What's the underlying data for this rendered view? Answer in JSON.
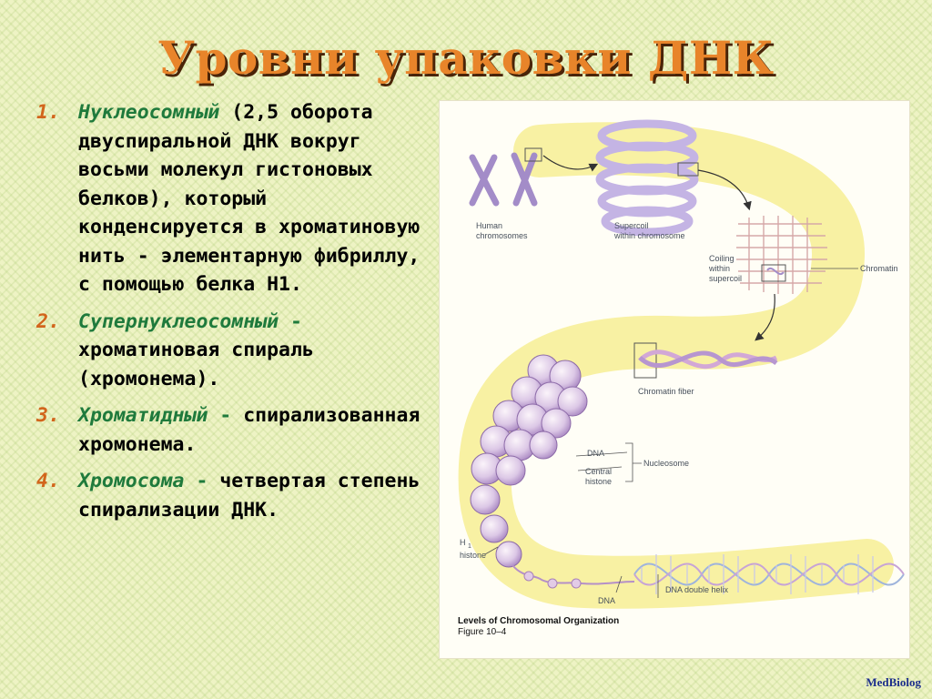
{
  "title": "Уровни упаковки ДНК",
  "levels": [
    {
      "num": "1.",
      "term": "Нуклеосомный",
      "text": " (2,5 оборота двуспиральной ДНК вокруг восьми молекул гистоновых белков), который конденсируется в хроматиновую нить - элементарную фибриллу, с помощью белка Н1."
    },
    {
      "num": "2.",
      "term": "Супернуклеосомный",
      "dash": " -",
      "text": " хроматиновая спираль (хромонема)."
    },
    {
      "num": "3.",
      "term": "Хроматидный",
      "dash": " -",
      "text": " спирализованная хромонема."
    },
    {
      "num": "4.",
      "term": "Хромосома",
      "dash": " -",
      "text": " четвертая степень спирализации ДНК."
    }
  ],
  "figure": {
    "labels": {
      "human_chromosomes": [
        "Human",
        "chromosomes"
      ],
      "supercoil": [
        "Supercoil",
        "within chromosome"
      ],
      "coiling": [
        "Coiling",
        "within",
        "supercoil"
      ],
      "chromatin": "Chromatin",
      "chromatin_fiber": "Chromatin fiber",
      "dna": "DNA",
      "central_histone": [
        "Central",
        "histone"
      ],
      "nucleosome": "Nucleosome",
      "h1_histone": [
        "H",
        "histone"
      ],
      "h1_subscript": "1",
      "dna_double_helix": "DNA double helix",
      "dna_bottom": "DNA"
    },
    "caption_title": "Levels of Chromosomal Organization",
    "caption_sub": "Figure 10–4"
  },
  "logo": "MedBiolog",
  "colors": {
    "title": "#e8842a",
    "title_shadow": "#4a2408",
    "number": "#d2651c",
    "term": "#1f7a3c",
    "ribbon": "#f7f09a",
    "coil": "#c4b4e4",
    "logo": "#1d2f8c"
  }
}
